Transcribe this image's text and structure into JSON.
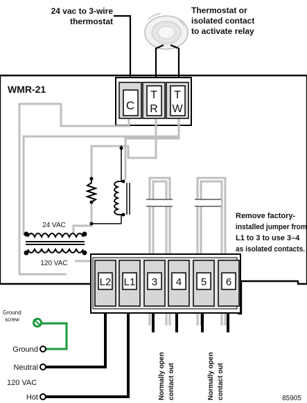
{
  "callouts": {
    "power": [
      "24 vac to 3-wire",
      "thermostat"
    ],
    "thermostat": [
      "Thermostat or",
      "isolated contact",
      "to activate relay"
    ],
    "jumper": [
      "Remove factory-",
      "installed jumper from",
      "L1 to 3 to use 3–4",
      "as isolated contacts."
    ]
  },
  "board": {
    "model": "WMR-21",
    "transformer_secondary": "24 VAC",
    "transformer_primary": "120 VAC"
  },
  "thermostat_terminals": [
    {
      "top": "",
      "bottom": "C"
    },
    {
      "top": "T",
      "bottom": "R"
    },
    {
      "top": "T",
      "bottom": "W"
    }
  ],
  "relay_terminals": [
    "L2",
    "L1",
    "3",
    "4",
    "5",
    "6"
  ],
  "contact_labels": [
    [
      "Normally open",
      "contact out"
    ],
    [
      "Normally open",
      "contact out"
    ]
  ],
  "field_wiring": {
    "ground_screw": [
      "Ground",
      "screw"
    ],
    "ground": "Ground",
    "neutral": "Neutral",
    "supply": "120 VAC",
    "hot": "Hot"
  },
  "part_number": "85905",
  "colors": {
    "wire_gray": "#bfbfbf",
    "wire_black": "#000000",
    "ground_green": "#1a9a3a",
    "board_outline": "#000000",
    "terminal_fill": "#dcdcdc"
  }
}
